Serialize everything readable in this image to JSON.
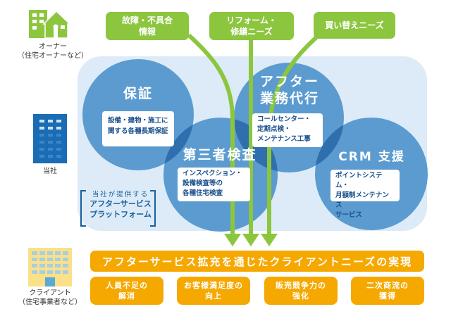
{
  "colors": {
    "green": "#8cc63f",
    "green_dark": "#3d8b2e",
    "panel_blue": "#dcebf7",
    "circle_blue": "#5b9bd0",
    "overlap_blue": "#2f6fad",
    "company_blue": "#1a6cb5",
    "orange": "#f5a800",
    "client_yellow": "#fbe08a"
  },
  "actors": {
    "owner": {
      "icon": "house-building-icon",
      "label": "オーナー\n（住宅オーナーなど）"
    },
    "company": {
      "icon": "office-building-icon",
      "label": "当社"
    },
    "client": {
      "icon": "apartment-building-icon",
      "label": "クライアント\n（住宅事業者など）"
    }
  },
  "needs": [
    {
      "label": "故障・不具合\n情報"
    },
    {
      "label": "リフォーム・\n修繕ニーズ"
    },
    {
      "label": "買い替えニーズ"
    }
  ],
  "services": [
    {
      "title": "保証",
      "desc": "設備・建物・施工に\n関する各種長期保証"
    },
    {
      "title": "アフター\n業務代行",
      "desc": "コールセンター・\n定期点検・\nメンテナンス工事"
    },
    {
      "title": "第三者検査",
      "desc": "インスペクション・\n設備検査等の\n各種住宅検査"
    },
    {
      "title": "CRM 支援",
      "desc": "ポイントシステム・\n月額制メンテナンス\nサービス"
    }
  ],
  "platform": {
    "sub": "当社が提供する",
    "main": "アフターサービス\nプラットフォーム"
  },
  "banner": "アフターサービス拡充を通じたクライアントニーズの実現",
  "results": [
    {
      "label": "人員不足の\n解消"
    },
    {
      "label": "お客様満足度の\n向上"
    },
    {
      "label": "販売競争力の\n強化"
    },
    {
      "label": "二次商流の\n獲得"
    }
  ]
}
